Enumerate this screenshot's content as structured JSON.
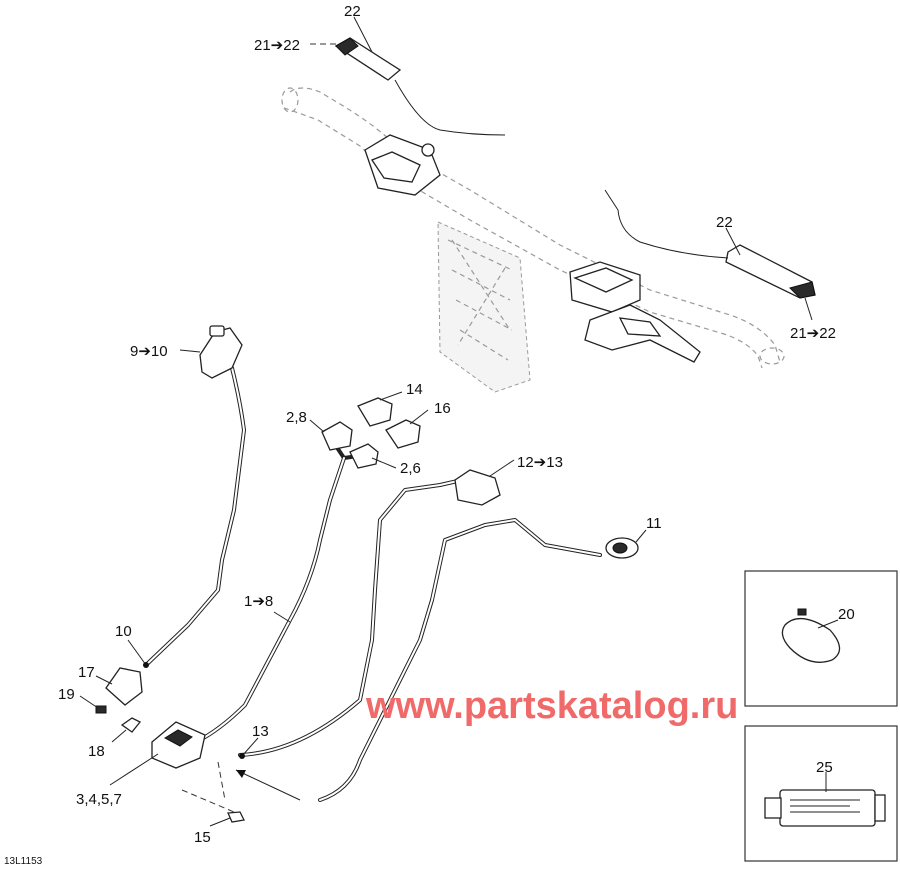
{
  "diagram_code": "13L1153",
  "watermark": "www.partskatalog.ru",
  "colors": {
    "watermark": "#f06a6a",
    "lines": "#222222",
    "ghost": "#9a9a9a"
  },
  "callouts": {
    "c22_top": "22",
    "c21_22_top": "21➔22",
    "c22_right": "22",
    "c21_22_right": "21➔22",
    "c9_10": "9➔10",
    "c14": "14",
    "c2_8": "2,8",
    "c16": "16",
    "c2_6": "2,6",
    "c12_13": "12➔13",
    "c11": "11",
    "c20": "20",
    "c1_8": "1➔8",
    "c10": "10",
    "c17": "17",
    "c19": "19",
    "c18": "18",
    "c13": "13",
    "c3457": "3,4,5,7",
    "c15": "15",
    "c25": "25"
  }
}
